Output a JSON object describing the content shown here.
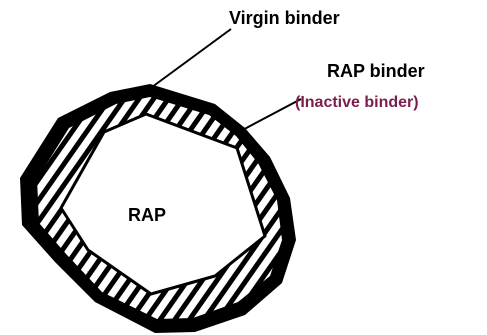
{
  "labels": {
    "virgin_binder": "Virgin binder",
    "rap_binder": "RAP binder",
    "inactive_binder": "(Inactive binder)",
    "rap": "RAP"
  },
  "colors": {
    "outline": "#000000",
    "hatch": "#000000",
    "background": "#ffffff",
    "inactive_label": "#7a1f4d"
  }
}
